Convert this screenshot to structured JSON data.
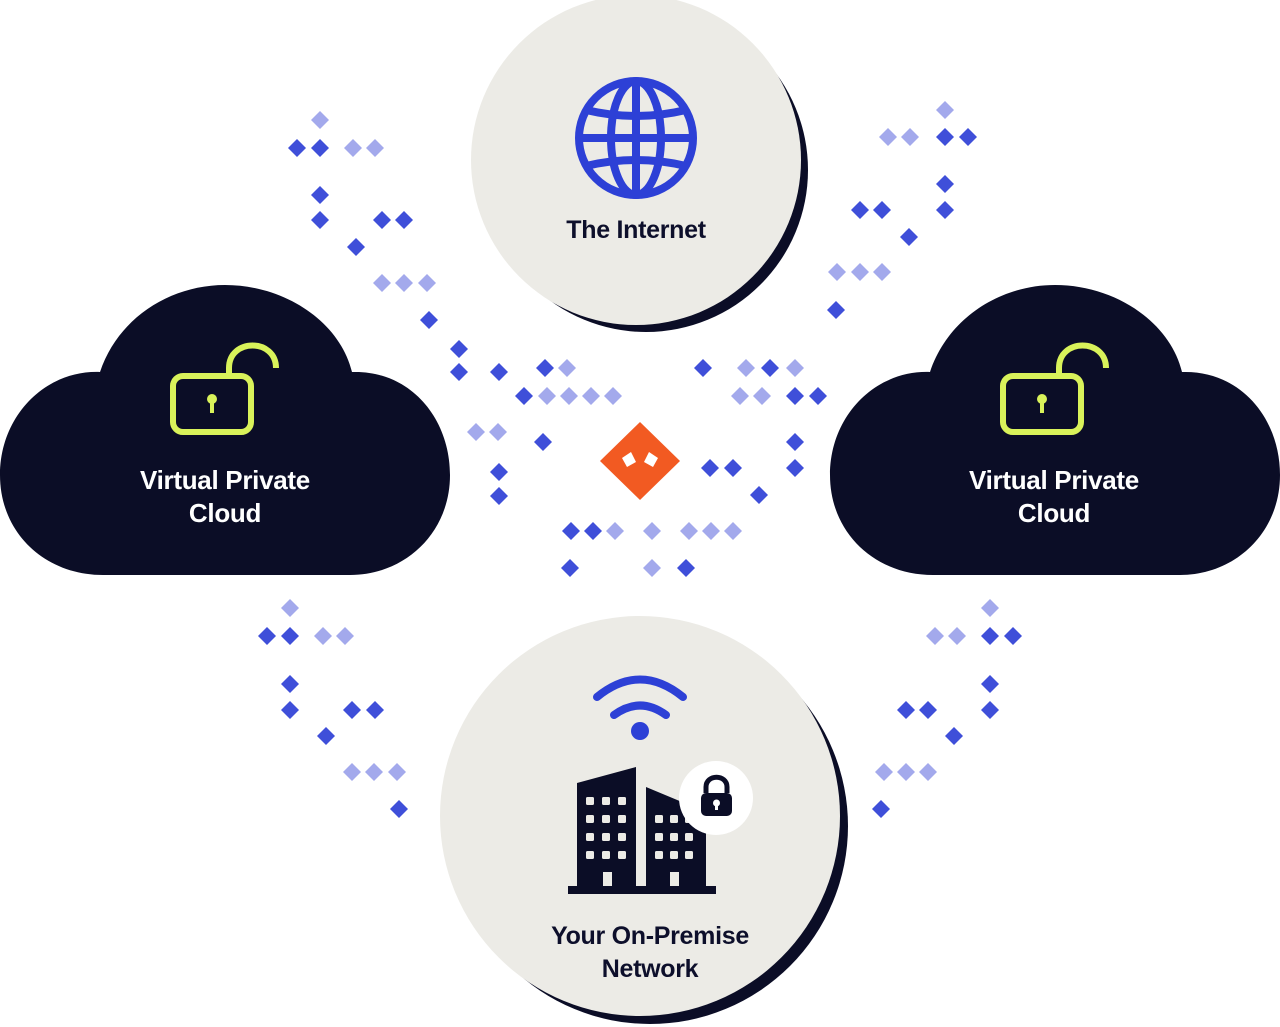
{
  "nodes": {
    "internet": {
      "label": "The Internet"
    },
    "vpc_left": {
      "line1": "Virtual Private",
      "line2": "Cloud"
    },
    "vpc_right": {
      "line1": "Virtual Private",
      "line2": "Cloud"
    },
    "on_premise": {
      "line1": "Your On-Premise",
      "line2": "Network"
    }
  },
  "colors": {
    "dark_navy": "#0b0d26",
    "circle_fill": "#ecebe6",
    "dot_dark": "#3f4fd9",
    "dot_light": "#a3a9ec",
    "hub_orange": "#f25a22",
    "lock_green": "#d9f25a",
    "globe_blue": "#2d40d6"
  }
}
